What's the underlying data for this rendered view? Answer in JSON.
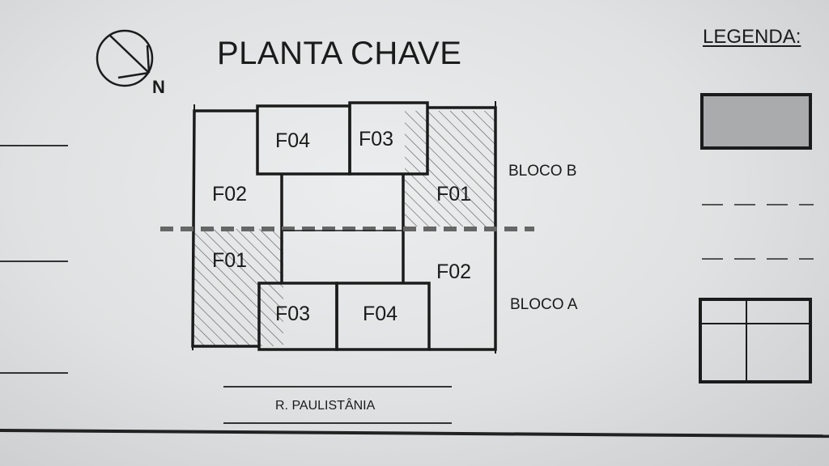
{
  "title": "PLANTA CHAVE",
  "north": {
    "label": "N"
  },
  "legend": {
    "title": "LEGENDA:"
  },
  "blocks": {
    "b": "BLOCO B",
    "a": "BLOCO A"
  },
  "street": "R. PAULISTÂNIA",
  "units": {
    "b_f04": "F04",
    "b_f03": "F03",
    "b_f02": "F02",
    "b_f01": "F01",
    "a_f01": "F01",
    "a_f02": "F02",
    "a_f03": "F03",
    "a_f04": "F04"
  },
  "colors": {
    "line": "#1b1b1b",
    "legend_fill": "#a9abad",
    "hatch": "#555555",
    "divider": "#666666"
  }
}
